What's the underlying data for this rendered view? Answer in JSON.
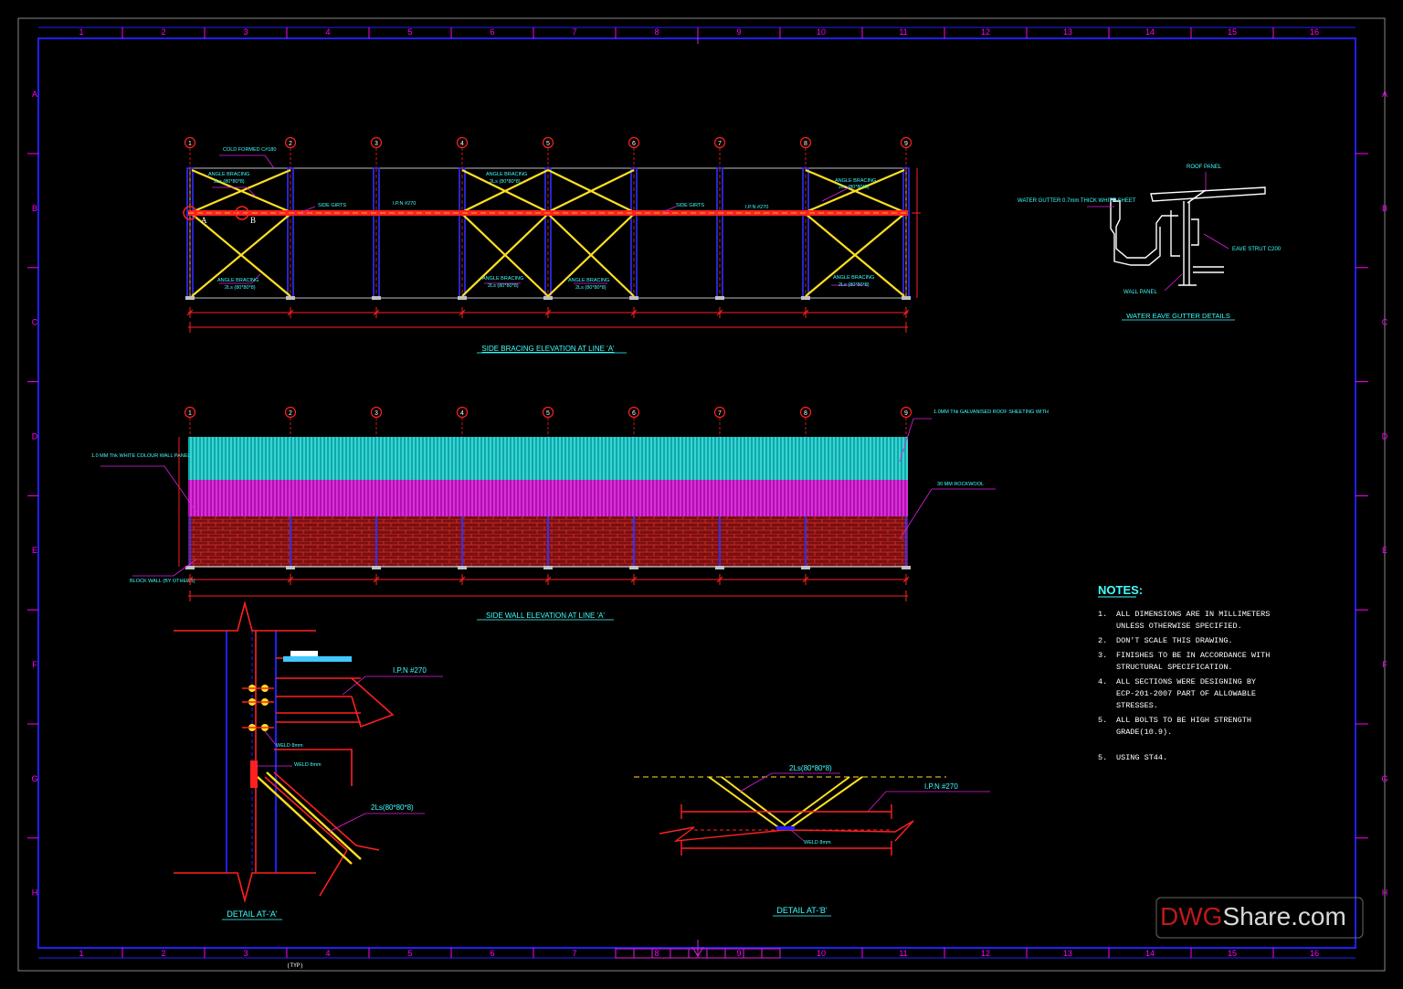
{
  "grid": {
    "columns": [
      "1",
      "2",
      "3",
      "4",
      "5",
      "6",
      "7",
      "8",
      "9",
      "10",
      "11",
      "12",
      "13",
      "14",
      "15",
      "16"
    ],
    "rows": [
      "A",
      "B",
      "C",
      "D",
      "E",
      "F",
      "G",
      "H"
    ]
  },
  "axes": [
    "1",
    "2",
    "3",
    "4",
    "5",
    "6",
    "7",
    "8",
    "9"
  ],
  "bracing_elevation": {
    "title": "SIDE BRACING ELEVATION AT LINE 'A'",
    "cold_formed": "COLD FORMED C#180",
    "angle_bracing": "ANGLE BRACING",
    "angle_size": "2Ls (80*80*8)",
    "side_girts": "SIDE GIRTS",
    "ipn": "I.P.N #270",
    "mark_a": "A",
    "mark_b": "B"
  },
  "wall_elevation": {
    "title": "SIDE WALL ELEVATION AT LINE 'A'",
    "roof_sheeting": "1.0MM Thk GALVANISED ROOF SHEETING WITH",
    "rockwool": "30 MM ROCKWOOL",
    "wall_panel": "1.0 MM Thk WHITE COLOUR WALL PANEL",
    "block_wall": "BLOCK WALL (BY OTHERS)"
  },
  "gutter_detail": {
    "title": "WATER EAVE GUTTER DETAILS",
    "roof_panel": "ROOF PANEL",
    "water_gutter": "WATER GUTTER 0.7mm THICK WHITE SHEET",
    "eave_strut": "EAVE STRUT C200",
    "wall_panel": "WALL PANEL"
  },
  "detail_a": {
    "title": "DETAIL AT-'A'",
    "ipn": "I.P.N #270",
    "weld1": "WELD 8mm",
    "weld2": "WELD 8mm",
    "angle": "2Ls(80*80*8)"
  },
  "detail_b": {
    "title": "DETAIL AT-'B'",
    "angle": "2Ls(80*80*8)",
    "ipn": "I.P.N #270",
    "weld": "WELD 8mm"
  },
  "notes": {
    "heading": "NOTES:",
    "items": [
      {
        "num": "1.",
        "text": "ALL DIMENSIONS ARE IN MILLIMETERS UNLESS OTHERWISE SPECIFIED."
      },
      {
        "num": "2.",
        "text": "DON'T SCALE THIS DRAWING."
      },
      {
        "num": "3.",
        "text": "FINISHES TO BE IN ACCORDANCE WITH STRUCTURAL SPECIFICATION."
      },
      {
        "num": "4.",
        "text": "ALL SECTIONS WERE DESIGNING BY ECP-201-2007 PART OF ALLOWABLE STRESSES."
      },
      {
        "num": "5.",
        "text": "ALL BOLTS TO BE HIGH STRENGTH GRADE(10.9)."
      },
      {
        "num": "5.",
        "text": "USING ST44."
      }
    ]
  },
  "typ": "(TYP)",
  "watermark": "DWGShare.com",
  "colors": {
    "border": "#2020ff",
    "grid_label": "#ff00ff",
    "member_red": "#ff2020",
    "brace_yellow": "#ffe020",
    "label_cyan": "#40ffff",
    "sheet_cyan": "#20d8d8",
    "rockwool_magenta": "#e020e0",
    "block_red": "#a01818"
  }
}
